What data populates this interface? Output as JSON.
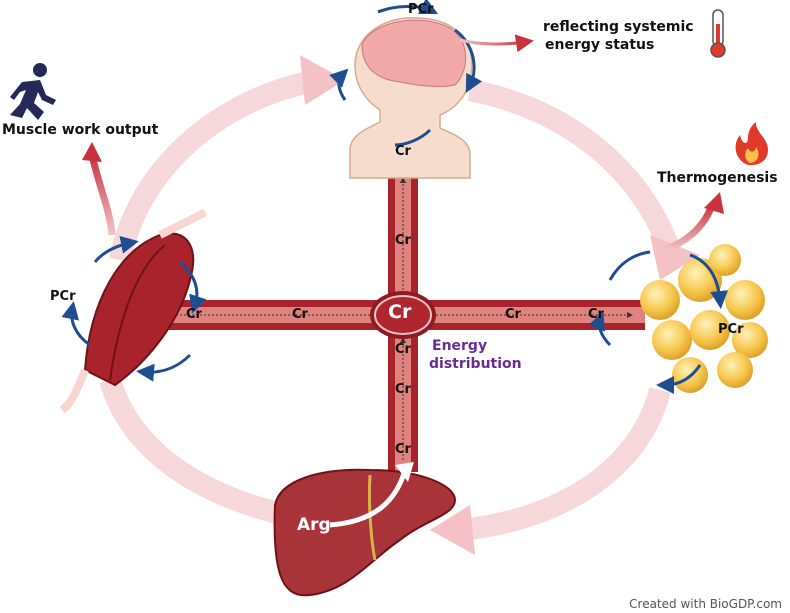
{
  "labels": {
    "muscle_output": "Muscle work output",
    "reflecting": "reflecting systemic",
    "energy_status": "energy status",
    "thermogenesis": "Thermogenesis",
    "energy": "Energy",
    "distribution": "distribution",
    "pcr_brain": "PCr",
    "pcr_muscle": "PCr",
    "pcr_fat": "PCr",
    "cr_center": "Cr",
    "cr_left_near": "Cr",
    "cr_left_far": "Cr",
    "cr_right_near": "Cr",
    "cr_right_far": "Cr",
    "cr_up_1": "Cr",
    "cr_up_2": "Cr",
    "cr_down_1": "Cr",
    "cr_down_2": "Cr",
    "cr_down_3": "Cr",
    "arg": "Arg",
    "credit": "Created with BioGDP.com"
  },
  "colors": {
    "vessel": "#a8232c",
    "vessel_light": "#d9534f",
    "cycle_arrow": "#1d4e8f",
    "big_arrow": "#f2c4c8",
    "energy_text": "#6a2c91",
    "fire": "#e03a2c"
  },
  "icons": [
    "running-person-icon",
    "thermometer-icon",
    "flame-icon"
  ]
}
